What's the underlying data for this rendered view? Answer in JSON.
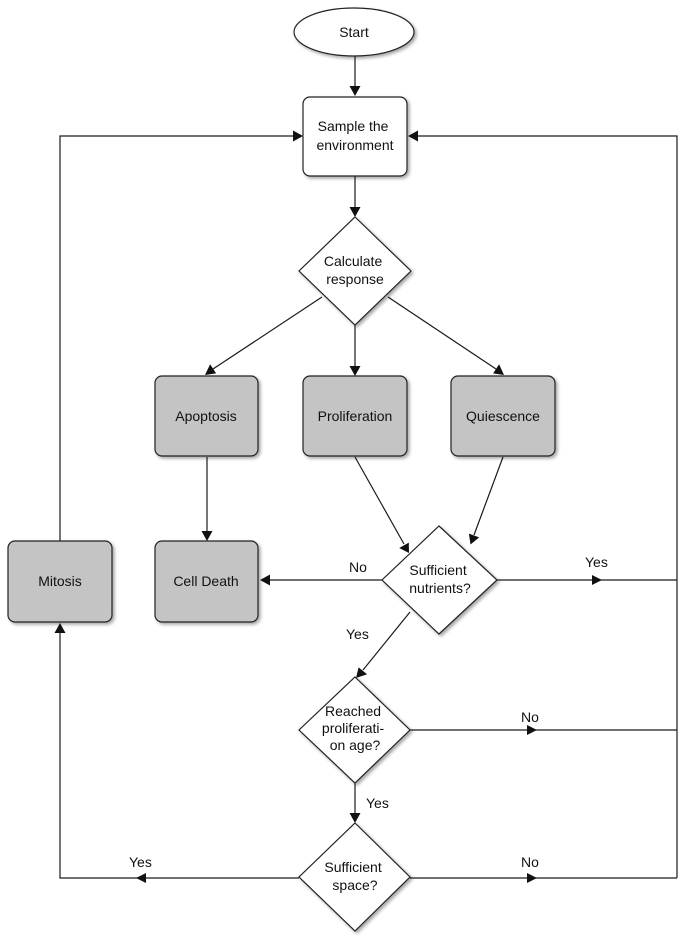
{
  "nodes": {
    "start": "Start",
    "sample": [
      "Sample the",
      "environment"
    ],
    "calculate": [
      "Calculate",
      "response"
    ],
    "apoptosis": "Apoptosis",
    "proliferation": "Proliferation",
    "quiescence": "Quiescence",
    "cell_death": "Cell Death",
    "mitosis": "Mitosis",
    "nutrients": [
      "Sufficient",
      "nutrients?"
    ],
    "age": [
      "Reached",
      "proliferati-",
      "on age?"
    ],
    "space": [
      "Sufficient",
      "space?"
    ]
  },
  "edge_labels": {
    "nutrients_no": "No",
    "nutrients_yes_right": "Yes",
    "nutrients_yes_down": "Yes",
    "age_no": "No",
    "age_yes": "Yes",
    "space_yes": "Yes",
    "space_no": "No"
  },
  "colors": {
    "process_fill": "#c4c4c4",
    "box_fill": "#ffffff",
    "stroke": "#222222"
  }
}
